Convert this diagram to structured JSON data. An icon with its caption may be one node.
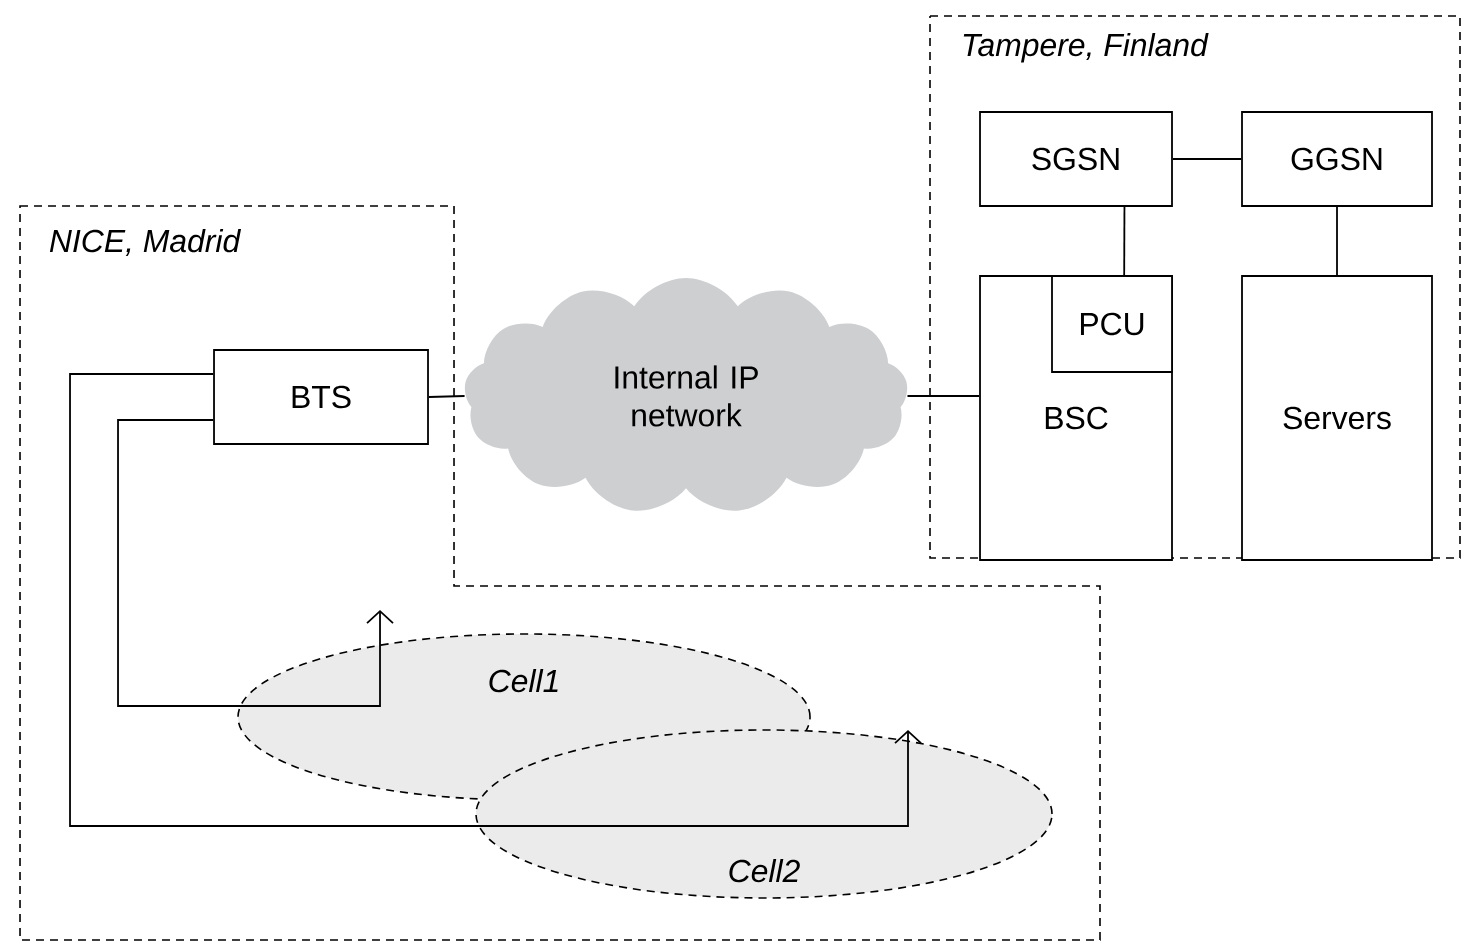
{
  "diagram": {
    "nodes": [
      {
        "text": [
          "NICE, Madrid"
        ]
      },
      {
        "text": [
          "Tampere, Finland"
        ]
      },
      {
        "text": [
          "BTS"
        ],
        "in": 0
      },
      {
        "text": [
          "Internal IP network"
        ]
      },
      {
        "text": [
          "SGSN"
        ],
        "in": 1
      },
      {
        "text": [
          "GGSN"
        ],
        "in": 1
      },
      {
        "text": [
          "BSC"
        ],
        "in": 1
      },
      {
        "text": [
          "PCU"
        ],
        "in": 6
      },
      {
        "text": [
          "Servers"
        ],
        "in": 1
      },
      {
        "text": [
          "Cell1"
        ],
        "in": 0
      },
      {
        "text": [
          "Cell2"
        ],
        "in": 0
      }
    ],
    "edges": [
      {
        "from": 2,
        "to": 3,
        "arrow": "none"
      },
      {
        "from": 3,
        "to": 6,
        "arrow": "none"
      },
      {
        "from": 4,
        "to": 5,
        "arrow": "none"
      },
      {
        "from": 4,
        "to": 7,
        "arrow": "none"
      },
      {
        "from": 5,
        "to": 8,
        "arrow": "none"
      },
      {
        "from": 2,
        "to": 9,
        "arrow": "to"
      },
      {
        "from": 2,
        "to": 10,
        "arrow": "to"
      }
    ]
  }
}
